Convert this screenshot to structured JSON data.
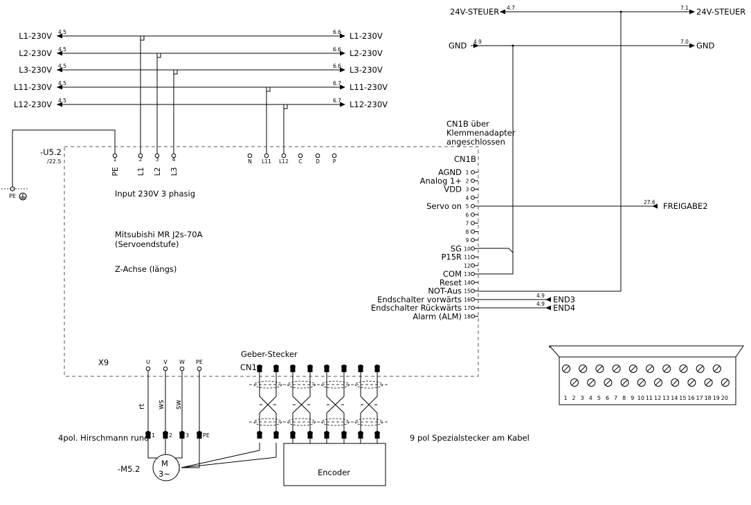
{
  "module": {
    "id": "-U5.2",
    "ref": "/22.5",
    "description_lines": [
      "Input 230V 3 phasig",
      "Mitsubishi MR J2s-70A",
      "(Servoendstufe)",
      "Z-Achse (längs)"
    ]
  },
  "left_refs": [
    "L1-230V",
    "L2-230V",
    "L3-230V",
    "L11-230V",
    "L12-230V"
  ],
  "left_ref_pages": [
    "4.5",
    "4.5",
    "4.5",
    "4.5",
    "4.5"
  ],
  "right_refs": [
    "L1-230V",
    "L2-230V",
    "L3-230V",
    "L11-230V",
    "L12-230V"
  ],
  "right_ref_pages": [
    "6.6",
    "6.6",
    "6.6",
    "6.7",
    "6.7"
  ],
  "top_left_ref": {
    "label": "24V-STEUER",
    "page": "4.7"
  },
  "top_right_ref": {
    "label": "24V-STEUER",
    "page": "7.1"
  },
  "gnd_left_ref": {
    "label": "GND",
    "page": "4.9"
  },
  "gnd_right_ref": {
    "label": "GND",
    "page": "7.0"
  },
  "pe_ground": {
    "label": "PE"
  },
  "power_terminals": [
    {
      "name": "PE",
      "num": "1"
    },
    {
      "name": "L1",
      "num": "2"
    },
    {
      "name": "L2",
      "num": "3"
    },
    {
      "name": "L3",
      "num": "4"
    }
  ],
  "aux_terminals": [
    "N",
    "L11",
    "L12",
    "C",
    "D",
    "P"
  ],
  "cn1b_note": [
    "CN1B über",
    "Klemmenadapter",
    "angeschlossen"
  ],
  "cn1b_title": "CN1B",
  "cn1b_pins": [
    {
      "num": "1",
      "label": "AGND"
    },
    {
      "num": "2",
      "label": "Analog 1+"
    },
    {
      "num": "3",
      "label": "VDD"
    },
    {
      "num": "4",
      "label": ""
    },
    {
      "num": "5",
      "label": "Servo on"
    },
    {
      "num": "6",
      "label": ""
    },
    {
      "num": "7",
      "label": ""
    },
    {
      "num": "8",
      "label": ""
    },
    {
      "num": "9",
      "label": ""
    },
    {
      "num": "10",
      "label": "SG"
    },
    {
      "num": "11",
      "label": "P15R"
    },
    {
      "num": "12",
      "label": ""
    },
    {
      "num": "13",
      "label": "COM"
    },
    {
      "num": "14",
      "label": "Reset"
    },
    {
      "num": "15",
      "label": "NOT-Aus"
    },
    {
      "num": "16",
      "label": "Endschalter vorwärts"
    },
    {
      "num": "17",
      "label": "Endschalter Rückwärts"
    },
    {
      "num": "18",
      "label": "Alarm (ALM)"
    }
  ],
  "freigabe_ref": {
    "label": "FREIGABE2",
    "page": "27.6"
  },
  "end3_ref": {
    "label": "END3",
    "page": "4.9"
  },
  "end4_ref": {
    "label": "END4",
    "page": "4.9"
  },
  "x9_label": "X9",
  "x9_terminals": [
    "U",
    "V",
    "W",
    "PE"
  ],
  "wire_colors": [
    "rt",
    "ws",
    "sw"
  ],
  "motor_plug": {
    "label": "4pol. Hirschmann rund",
    "pins": [
      "1",
      "2",
      "3",
      "PE"
    ]
  },
  "motor": {
    "id": "-M5.2",
    "symbol_top": "M",
    "symbol_bottom": "3~"
  },
  "geber_label": "Geber-Stecker",
  "cn1_label": "CN1",
  "encoder_plug_label": "9 pol Spezialstecker am Kabel",
  "encoder_label": "Encoder",
  "terminal_block_numbers": [
    "1",
    "2",
    "3",
    "4",
    "5",
    "6",
    "7",
    "8",
    "9",
    "10",
    "11",
    "12",
    "13",
    "14",
    "15",
    "16",
    "17",
    "18",
    "19",
    "20"
  ]
}
